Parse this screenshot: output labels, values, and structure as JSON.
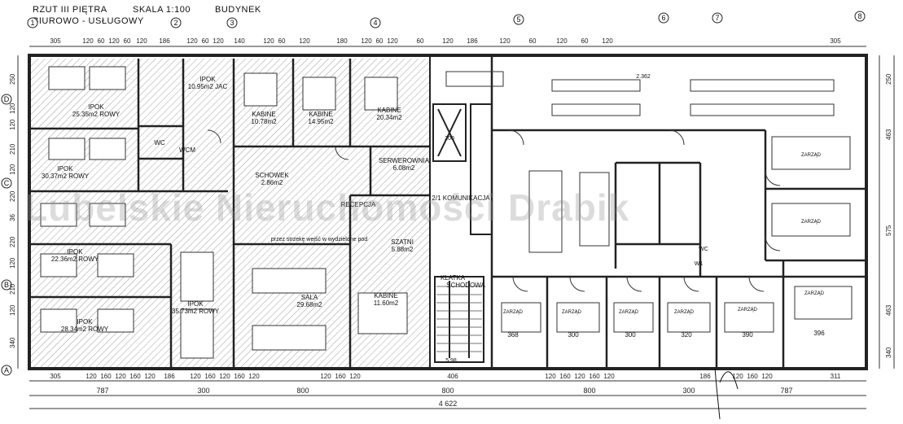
{
  "header": {
    "title_line1": "RZUT III PIĘTRA",
    "scale": "SKALA 1:100",
    "building": "BUDYNEK",
    "title_line2": "BIUROWO - USŁUGOWY"
  },
  "watermark": "Lubelskie Nieruchomości Drabik",
  "grid_axes": {
    "columns": [
      "1",
      "2",
      "3",
      "4",
      "5",
      "6",
      "7",
      "8"
    ],
    "rows": [
      "A",
      "B",
      "C",
      "D"
    ]
  },
  "dimensions": {
    "top_chain": [
      "305",
      "120",
      "60",
      "120",
      "60",
      "120",
      "186",
      "120",
      "60",
      "120",
      "140",
      "120",
      "60",
      "120",
      "180",
      "120",
      "60",
      "120",
      "60",
      "120",
      "186",
      "120",
      "60",
      "120",
      "60",
      "120",
      "305"
    ],
    "bottom_chain": [
      "305",
      "120",
      "160",
      "120",
      "160",
      "120",
      "186",
      "120",
      "160",
      "120",
      "160",
      "120",
      "120",
      "160",
      "120",
      "406",
      "120",
      "160",
      "120",
      "160",
      "120",
      "186",
      "120",
      "160",
      "120",
      "311"
    ],
    "bottom_group": [
      "787",
      "300",
      "800",
      "800",
      "800",
      "300",
      "787"
    ],
    "total": "4 622",
    "left_chain": [
      "250",
      "120",
      "120",
      "210",
      "120",
      "220",
      "36",
      "220",
      "120",
      "210",
      "120",
      "340"
    ],
    "right_chain": [
      "250",
      "463",
      "575",
      "463",
      "340"
    ]
  },
  "rooms": [
    {
      "name": "IPOK",
      "area": "25.35m2 ROWY"
    },
    {
      "name": "IPOK",
      "area": "10.95m2 JAC"
    },
    {
      "name": "KABINE",
      "area": "10.78m2"
    },
    {
      "name": "KABINE",
      "area": "14.95m2"
    },
    {
      "name": "KABINE",
      "area": "20.34m2"
    },
    {
      "name": "IPOK",
      "area": "30.37m2 ROWY"
    },
    {
      "name": "WC",
      "area": "WCM"
    },
    {
      "name": "SCHOWEK",
      "area": "2.86m2"
    },
    {
      "name": "SERWEROWNIA",
      "area": "6.08m2"
    },
    {
      "name": "RECEPCJA",
      "area": "przez strzekę wejść w wydzielone pod"
    },
    {
      "name": "SZATNI",
      "area": "5.88m2"
    },
    {
      "name": "IPOK",
      "area": "22.36m2 ROWY"
    },
    {
      "name": "IPOK",
      "area": "35.73m2 ROWY"
    },
    {
      "name": "SALA",
      "area": "29.68m2"
    },
    {
      "name": "KABINE",
      "area": "11.60m2"
    },
    {
      "name": "IPOK",
      "area": "28.34m2 ROWY"
    },
    {
      "name": "KLATKA",
      "area": "SCHODOWA"
    },
    {
      "name": "2/1 KOMUNIKACJA",
      "area": ""
    }
  ],
  "right_wing": {
    "label": "ZARZĄD",
    "office_widths": [
      "368",
      "300",
      "300",
      "320",
      "390",
      "396"
    ],
    "misc": [
      "2.362",
      "200",
      "WC",
      "W1",
      "5.98"
    ]
  },
  "colors": {
    "line": "#222222",
    "hatch": "#666666",
    "paper": "#ffffff"
  }
}
